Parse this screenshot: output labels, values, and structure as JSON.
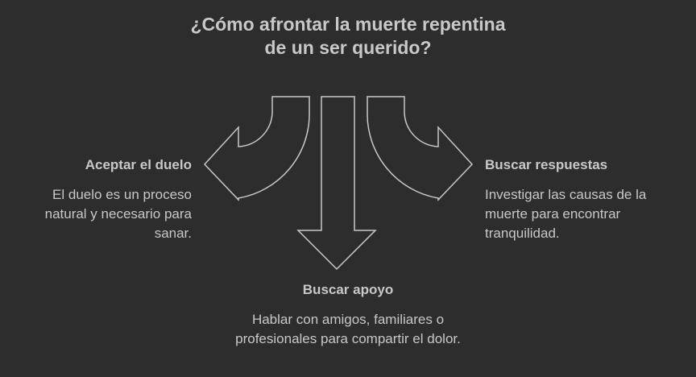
{
  "title": "¿Cómo afrontar la muerte repentina de un ser querido?",
  "branches": {
    "left": {
      "title": "Aceptar el duelo",
      "description": "El duelo es un proceso natural y necesario para sanar."
    },
    "right": {
      "title": "Buscar respuestas",
      "description": "Investigar las causas de la muerte para encontrar tranquilidad."
    },
    "bottom": {
      "title": "Buscar apoyo",
      "description": "Hablar con amigos, familiares o profesionales para compartir el dolor."
    }
  },
  "colors": {
    "background": "#2d2d2d",
    "text": "#c8c8c8",
    "arrow_stroke": "#c8c8c8"
  }
}
